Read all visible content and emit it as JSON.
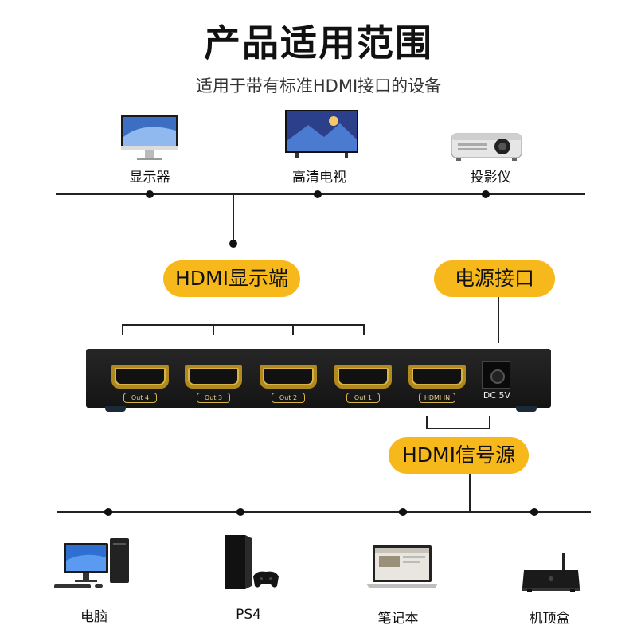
{
  "title": "产品适用范围",
  "subtitle": "适用于带有标准HDMI接口的设备",
  "display_devices": [
    {
      "label": "显示器",
      "icon": "monitor-icon"
    },
    {
      "label": "高清电视",
      "icon": "tv-icon"
    },
    {
      "label": "投影仪",
      "icon": "projector-icon"
    }
  ],
  "pills": {
    "hdmi_display": "HDMI显示端",
    "power": "电源接口",
    "hdmi_source": "HDMI信号源"
  },
  "splitter": {
    "ports": [
      "Out 4",
      "Out 3",
      "Out 2",
      "Out 1",
      "HDMI IN"
    ],
    "dc_label": "DC 5V",
    "accent_color": "#f6b81a"
  },
  "source_devices": [
    {
      "label": "电脑",
      "icon": "desktop-computer-icon"
    },
    {
      "label": "PS4",
      "icon": "game-console-icon"
    },
    {
      "label": "笔记本",
      "icon": "laptop-icon"
    },
    {
      "label": "机顶盒",
      "icon": "set-top-box-icon"
    }
  ]
}
